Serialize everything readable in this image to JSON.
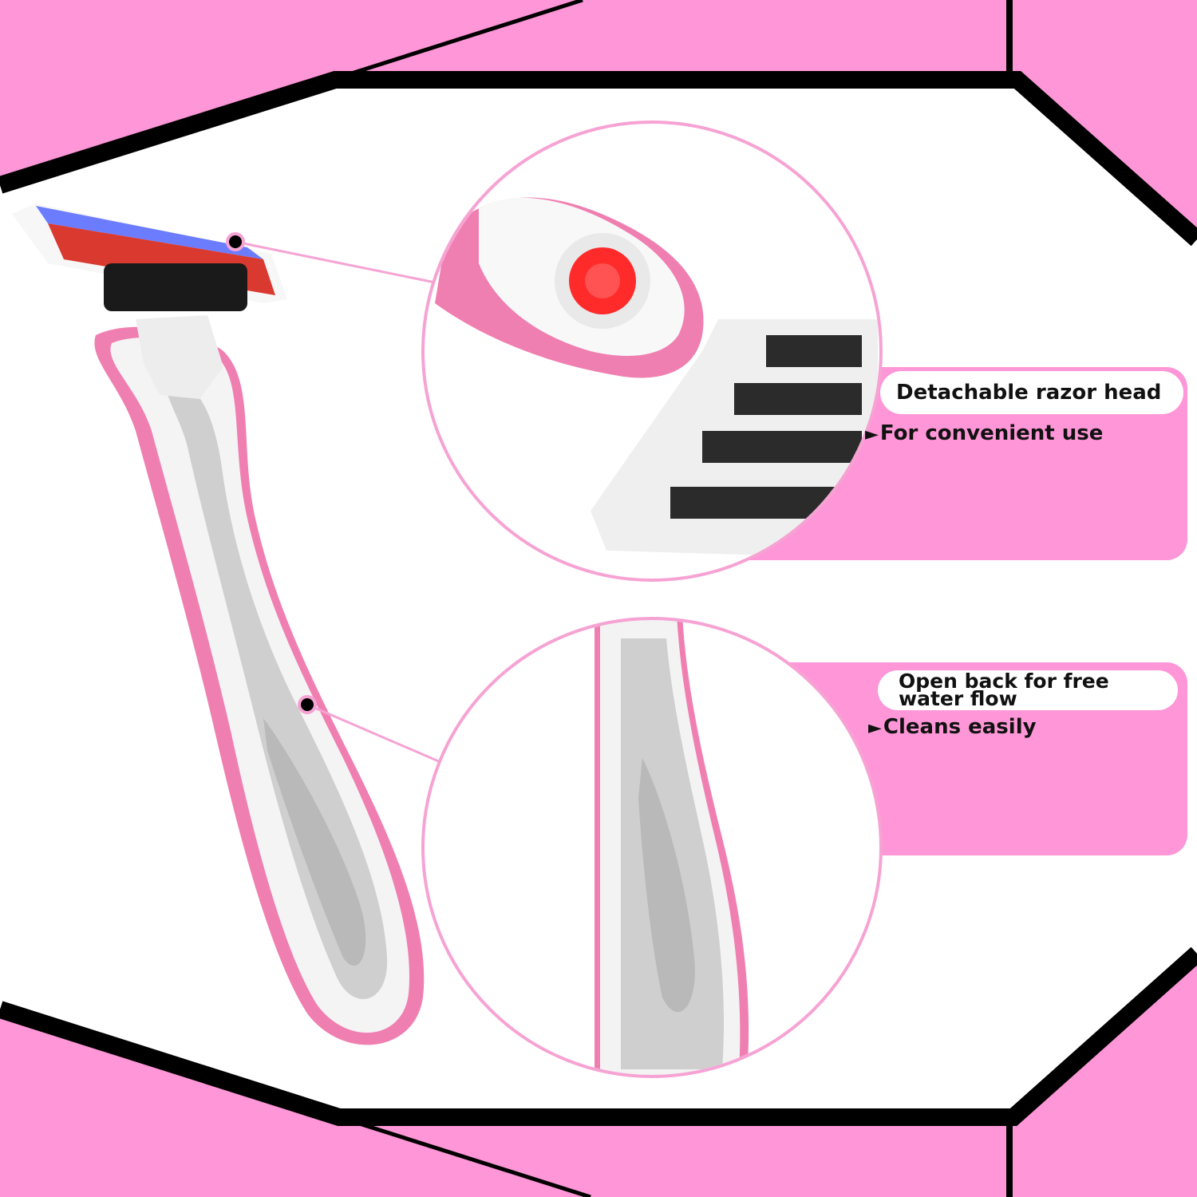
{
  "colors": {
    "pink": "#fe96d7",
    "frame": "#000000",
    "handle_pink": "#f07fb1",
    "handle_grey": "#d4d4d4",
    "blade_red": "#d9392f",
    "callout_line": "#f6a3d4"
  },
  "features": [
    {
      "title": "Detachable razor head",
      "bullet_marker": "►",
      "bullet": "For convenient use"
    },
    {
      "title_line1": "Open back for free",
      "title_line2": "water flow",
      "bullet_marker": "►",
      "bullet": "Cleans easily"
    }
  ]
}
